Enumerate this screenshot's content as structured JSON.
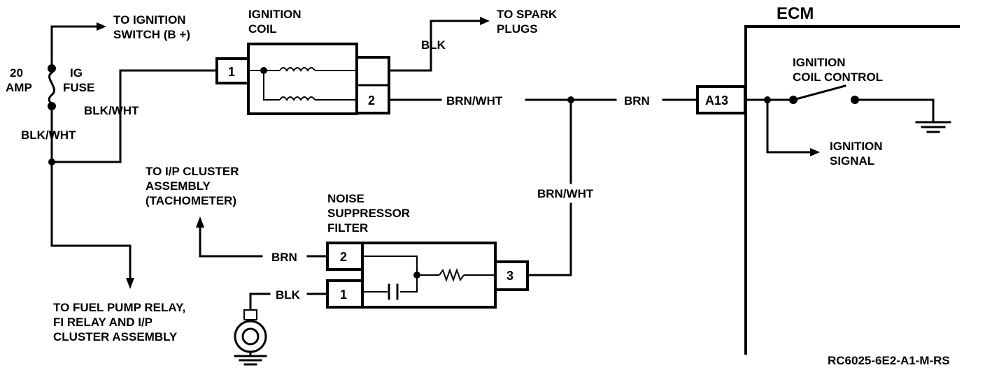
{
  "labels": {
    "to_ignition_switch": [
      "TO IGNITION",
      "SWITCH (B +)"
    ],
    "fuse_amp": [
      "20",
      "AMP"
    ],
    "fuse_name": [
      "IG",
      "FUSE"
    ],
    "blk_wht_upper": "BLK/WHT",
    "blk_wht_lower": "BLK/WHT",
    "ignition_coil": [
      "IGNITION",
      "COIL"
    ],
    "coil_pin_1": "1",
    "coil_pin_2": "2",
    "to_spark_plugs": [
      "TO SPARK",
      "PLUGS"
    ],
    "blk_spark": "BLK",
    "brn_wht_top": "BRN/WHT",
    "brn_top": "BRN",
    "ecm_title": "ECM",
    "ecm_pin": "A13",
    "ignition_coil_control": [
      "IGNITION",
      "COIL CONTROL"
    ],
    "ignition_signal": [
      "IGNITION",
      "SIGNAL"
    ],
    "to_ip_cluster": [
      "TO I/P CLUSTER",
      "ASSEMBLY",
      "(TACHOMETER)"
    ],
    "noise_filter": [
      "NOISE",
      "SUPPRESSOR",
      "FILTER"
    ],
    "filter_pin_1": "1",
    "filter_pin_2": "2",
    "filter_pin_3": "3",
    "brn_filter": "BRN",
    "blk_filter": "BLK",
    "brn_wht_vertical": "BRN/WHT",
    "to_fuel_pump": [
      "TO FUEL PUMP RELAY,",
      "FI RELAY AND I/P",
      "CLUSTER ASSEMBLY"
    ],
    "figure_code": "RC6025-6E2-A1-M-RS"
  }
}
